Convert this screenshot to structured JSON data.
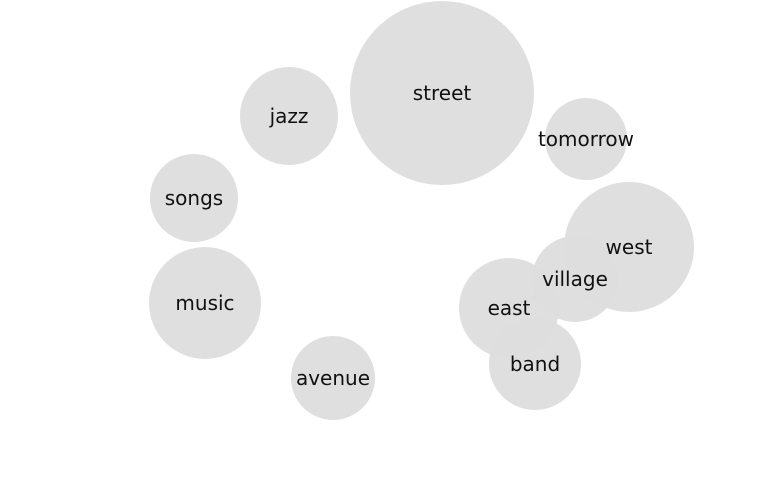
{
  "diagram": {
    "type": "word-bubble-cloud",
    "colors": {
      "background": "#ffffff",
      "bubble_fill": "#dedede",
      "link": "#a8a8a8",
      "label": "#111111"
    },
    "bubbles": [
      {
        "id": "street",
        "label": "street"
      },
      {
        "id": "jazz",
        "label": "jazz"
      },
      {
        "id": "tomorrow",
        "label": "tomorrow"
      },
      {
        "id": "songs",
        "label": "songs"
      },
      {
        "id": "west",
        "label": "west"
      },
      {
        "id": "village",
        "label": "village"
      },
      {
        "id": "music",
        "label": "music"
      },
      {
        "id": "east",
        "label": "east"
      },
      {
        "id": "band",
        "label": "band"
      },
      {
        "id": "avenue",
        "label": "avenue"
      }
    ],
    "links": [
      {
        "from": "east",
        "to": "west"
      }
    ]
  }
}
